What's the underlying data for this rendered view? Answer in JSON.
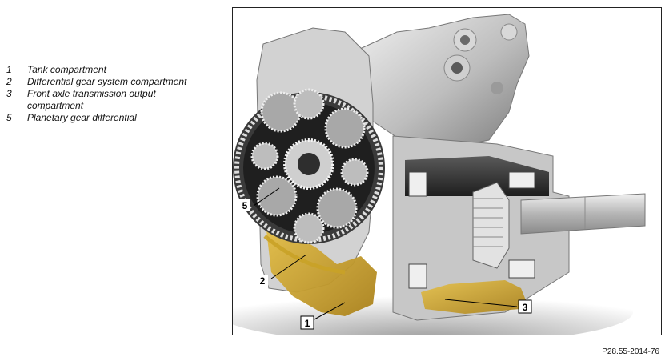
{
  "legend": {
    "items": [
      {
        "num": "1",
        "text": "Tank compartment"
      },
      {
        "num": "2",
        "text": "Differential gear system compartment"
      },
      {
        "num": "3",
        "text": "Front axle transmission output compartment"
      },
      {
        "num": "5",
        "text": "Planetary gear differential"
      }
    ]
  },
  "figure": {
    "callouts": [
      {
        "id": "5",
        "label": "5"
      },
      {
        "id": "2",
        "label": "2"
      },
      {
        "id": "1",
        "label": "1"
      },
      {
        "id": "3",
        "label": "3"
      }
    ],
    "colors": {
      "oil": "#c9a227",
      "metal": "#b7b7b7",
      "shadow": "#6e6e6e"
    }
  },
  "reference_code": "P28.55-2014-76"
}
